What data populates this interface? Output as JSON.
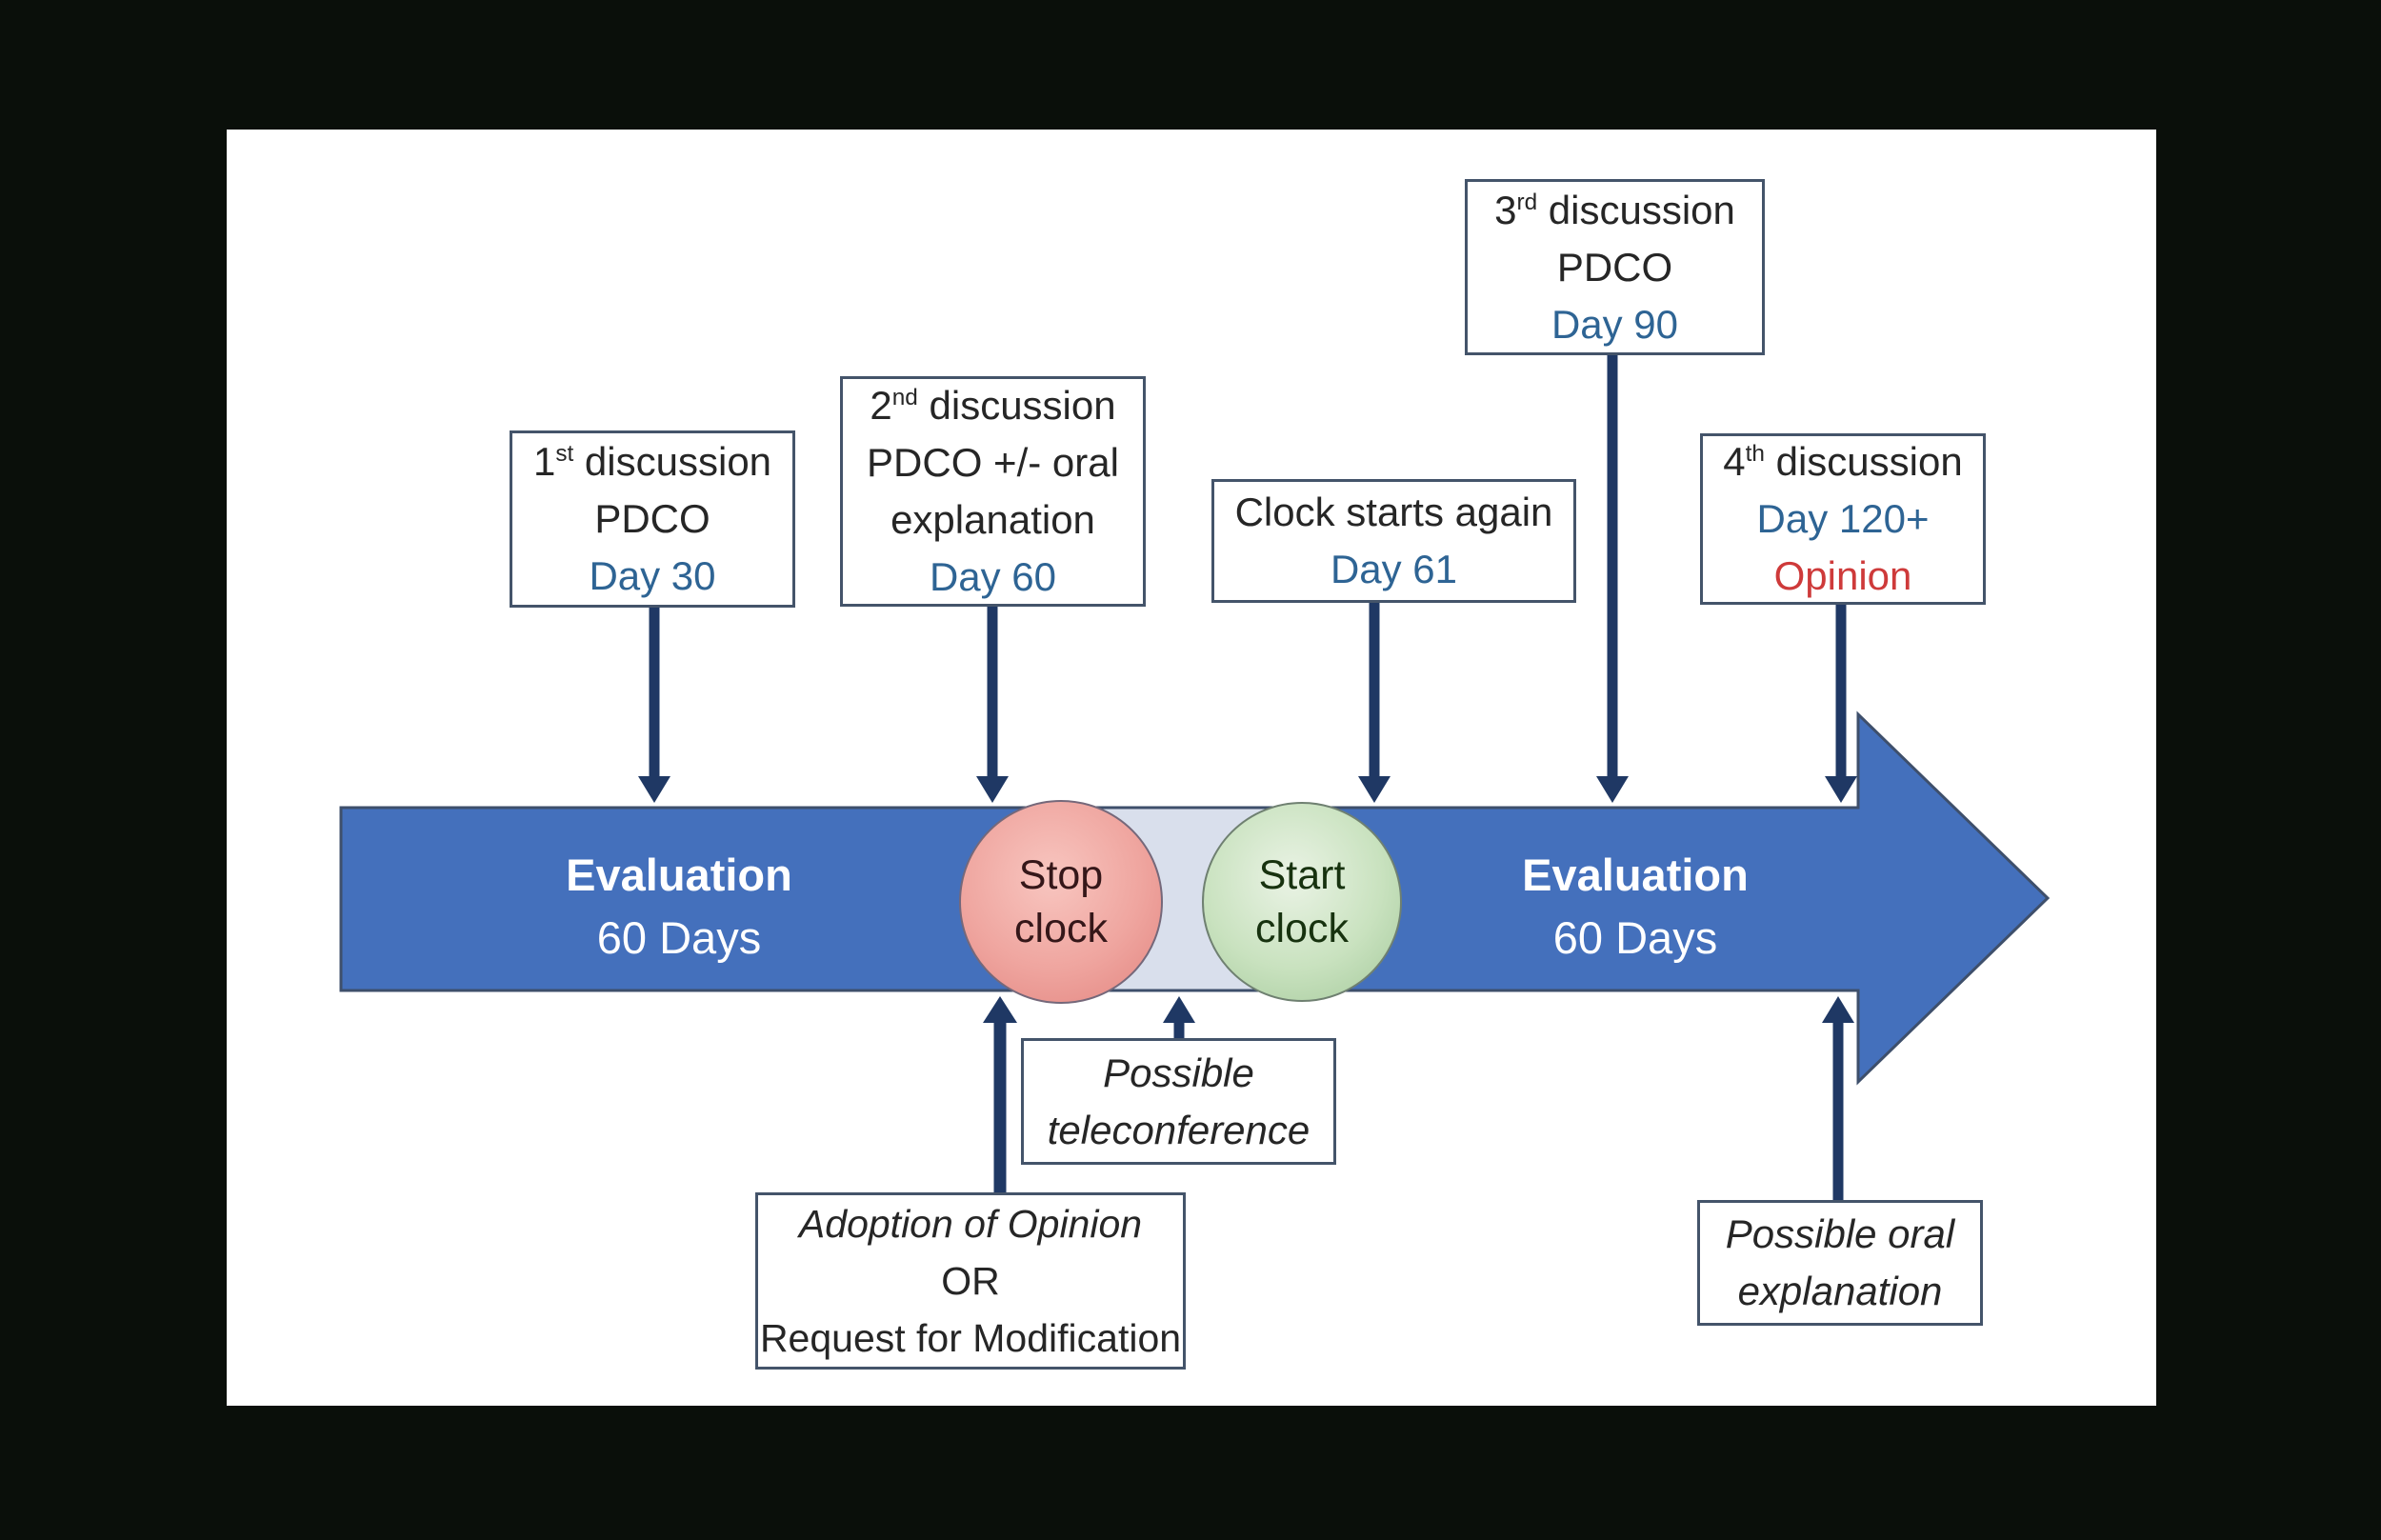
{
  "colors": {
    "page_bg": "#0A0F0A",
    "panel_bg": "#FFFFFF",
    "accent_blue": "#4470BC",
    "timeline_border": "#3E4F6B",
    "light_segment": "#D9DFEC",
    "connector_navy": "#1F3864",
    "day_blue": "#2E6494",
    "opinion_red": "#CE3A3A",
    "stop_pink": "#EDA29C",
    "start_green": "#BCD9B1",
    "text_dark": "#262626",
    "box_border": "#44546A"
  },
  "timeline": {
    "left_segment": {
      "title": "Evaluation",
      "subtitle": "60 Days"
    },
    "right_segment": {
      "title": "Evaluation",
      "subtitle": "60 Days"
    },
    "stop_clock": {
      "line1": "Stop",
      "line2": "clock"
    },
    "start_clock": {
      "line1": "Start",
      "line2": "clock"
    }
  },
  "boxes": {
    "first_discussion": {
      "num": "1",
      "sup": "st",
      "rest": " discussion",
      "line2": "PDCO",
      "day": "Day 30"
    },
    "second_discussion": {
      "num": "2",
      "sup": "nd",
      "rest": " discussion",
      "line2": "PDCO +/- oral",
      "line3": "explanation",
      "day": "Day 60"
    },
    "clock_starts": {
      "line1": "Clock starts again",
      "day": "Day 61"
    },
    "third_discussion": {
      "num": "3",
      "sup": "rd",
      "rest": " discussion",
      "line2": "PDCO",
      "day": "Day 90"
    },
    "fourth_discussion": {
      "num": "4",
      "sup": "th",
      "rest": " discussion",
      "day": "Day 120+",
      "opinion": "Opinion"
    },
    "teleconference": {
      "line1": "Possible",
      "line2": "teleconference"
    },
    "adoption": {
      "line1": "Adoption of Opinion",
      "line2": "OR",
      "line3": "Request for Modification"
    },
    "oral_explanation": {
      "line1": "Possible oral",
      "line2": "explanation"
    }
  }
}
